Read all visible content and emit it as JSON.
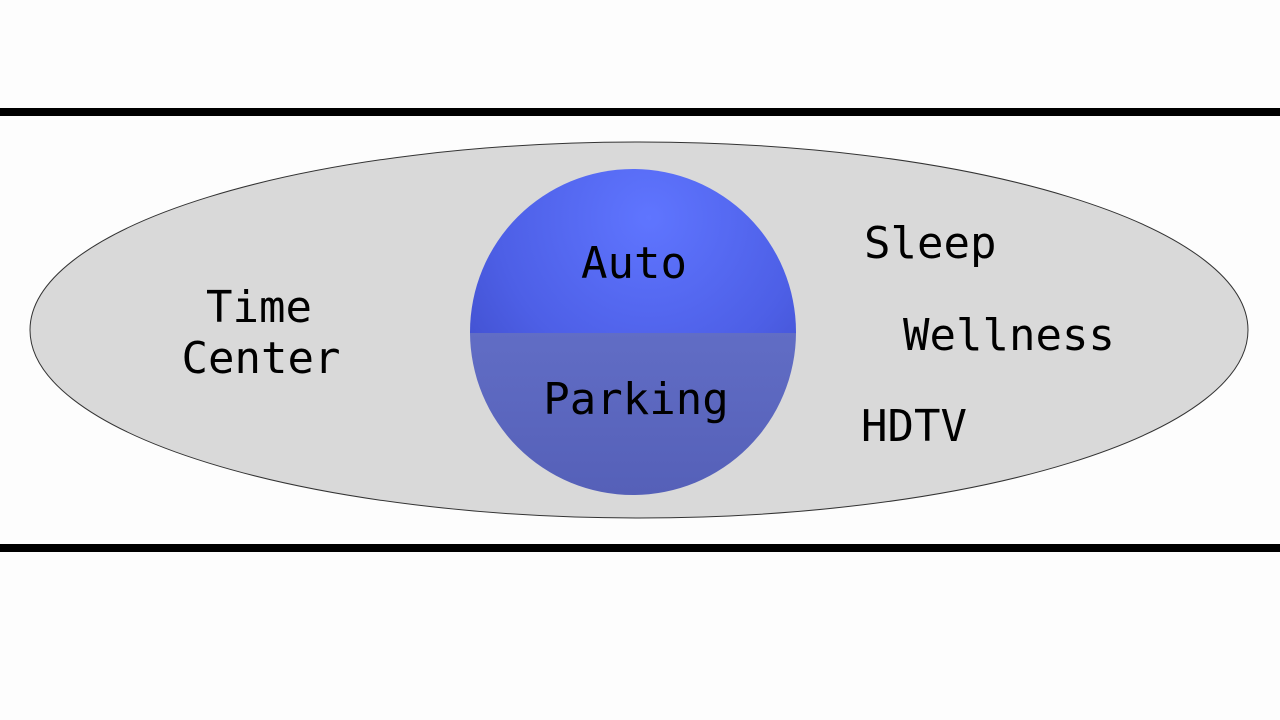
{
  "diagram": {
    "left_label": {
      "line1": "Time",
      "line2": "Center"
    },
    "center_top_label": "Auto",
    "center_bottom_label": "Parking",
    "right_labels": [
      "Sleep",
      "Wellness",
      "HDTV"
    ]
  },
  "colors": {
    "background": "#fdfdfd",
    "band_lines": "#000000",
    "ellipse_fill": "#d9d9d9",
    "sphere_top": "#5a6ef8",
    "sphere_bottom": "#6676d4"
  }
}
